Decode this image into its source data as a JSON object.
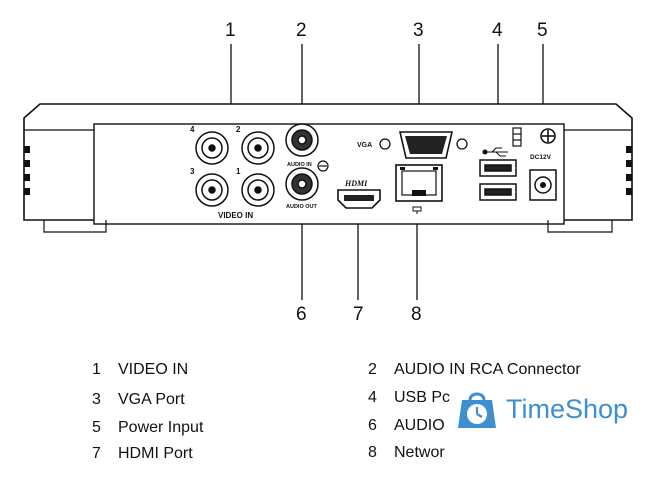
{
  "callouts_top": [
    "1",
    "2",
    "3",
    "4",
    "5"
  ],
  "callouts_bottom": [
    "6",
    "7",
    "8"
  ],
  "panel_labels": {
    "video_in": "VIDEO IN",
    "audio_in": "AUDIO IN",
    "audio_out": "AUDIO OUT",
    "vga": "VGA",
    "hdmi": "HDMI",
    "dc": "DC12V",
    "bnc_numbers": [
      "4",
      "2",
      "3",
      "1"
    ]
  },
  "legend": [
    {
      "n": "1",
      "label": "VIDEO IN"
    },
    {
      "n": "2",
      "label": "AUDIO IN  RCA Connector"
    },
    {
      "n": "3",
      "label": "VGA Port"
    },
    {
      "n": "4",
      "label": "USB Pc"
    },
    {
      "n": "5",
      "label": "Power Input"
    },
    {
      "n": "6",
      "label": "AUDIO"
    },
    {
      "n": "7",
      "label": "HDMI Port"
    },
    {
      "n": "8",
      "label": "Networ"
    }
  ],
  "watermark": {
    "text": "TimeShop",
    "icon": "clock-bag-icon",
    "color": "#3d8fcf"
  }
}
